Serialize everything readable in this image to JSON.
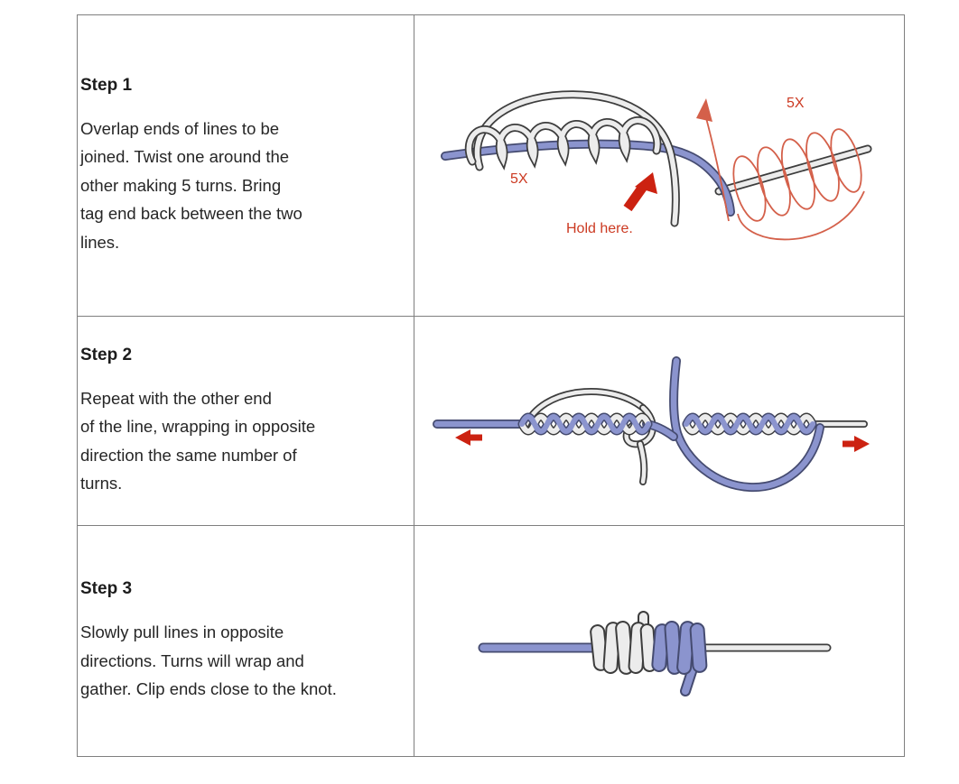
{
  "table": {
    "steps": [
      {
        "heading": "Step 1",
        "body": "Overlap ends of lines to be\njoined. Twist one around the\nother making 5 turns. Bring\ntag end back between the two\nlines."
      },
      {
        "heading": "Step 2",
        "body": "Repeat with the other end\nof the line, wrapping in opposite\ndirection the same number of\nturns."
      },
      {
        "heading": "Step 3",
        "body": "Slowly pull lines in opposite\ndirections. Turns will wrap and\ngather. Clip ends close to the knot."
      }
    ]
  },
  "illustrations": {
    "step1": {
      "label_5x_left": "5X",
      "label_5x_right": "5X",
      "label_hold": "Hold here."
    }
  },
  "colors": {
    "line_blue": "#8b94ce",
    "line_blue_outline": "#454b70",
    "rope_white": "#ececec",
    "rope_outline": "#3d3d3d",
    "arrow_red": "#cc2211",
    "label_red": "#cc3a22",
    "sketch_red": "#d4604a",
    "border_gray": "#7f7f7f",
    "text_dark": "#262626",
    "heading_dark": "#1c1c1c",
    "page_bg": "#ffffff"
  }
}
